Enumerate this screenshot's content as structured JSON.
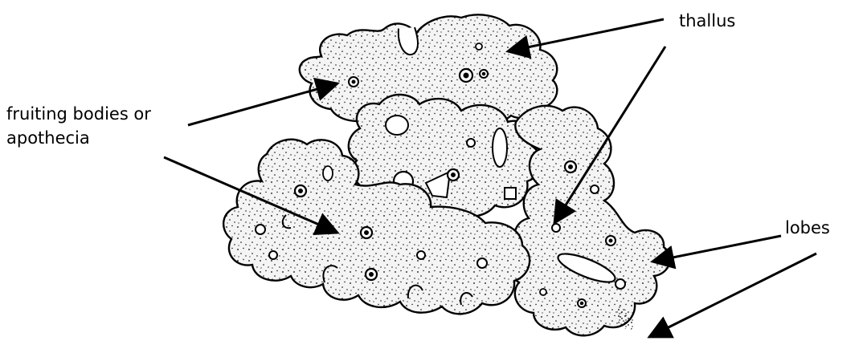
{
  "labels": {
    "thallus": "thallus",
    "fruiting_line1": "fruiting bodies or",
    "fruiting_line2": "apothecia",
    "lobes": "lobes"
  },
  "colors": {
    "ink": "#000000",
    "thallus_fill": "#f4f4f4",
    "background": "#ffffff"
  }
}
